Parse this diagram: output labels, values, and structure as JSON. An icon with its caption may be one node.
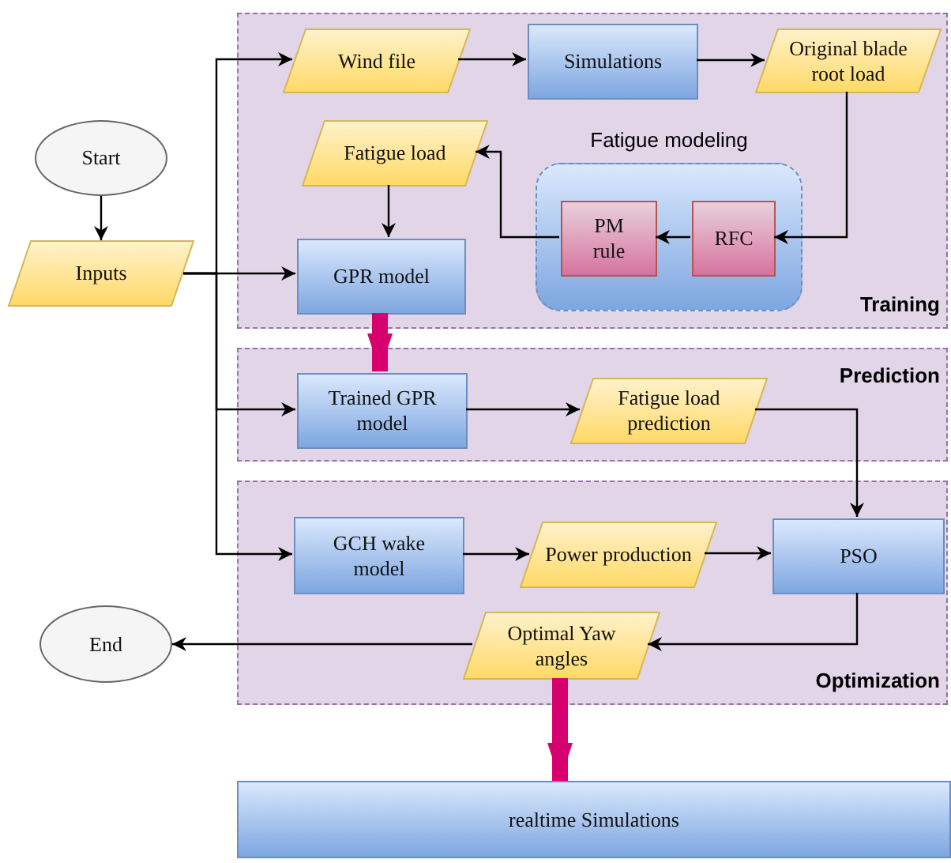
{
  "diagram": {
    "nodes": [
      {
        "text": [
          "Training"
        ]
      },
      {
        "text": [
          "Prediction"
        ]
      },
      {
        "text": [
          "Optimization"
        ]
      },
      {
        "text": [
          "Start"
        ]
      },
      {
        "text": [
          "Inputs"
        ]
      },
      {
        "text": [
          "Wind file"
        ],
        "in": 0
      },
      {
        "text": [
          "Simulations"
        ],
        "in": 0
      },
      {
        "text": [
          "Original blade root load"
        ],
        "in": 0
      },
      {
        "text": [
          "Fatigue load"
        ],
        "in": 0
      },
      {
        "text": [
          "Fatigue modeling"
        ],
        "in": 0
      },
      {
        "text": [
          "PM rule"
        ],
        "in": 9
      },
      {
        "text": [
          "RFC"
        ],
        "in": 9
      },
      {
        "text": [
          "GPR model"
        ],
        "in": 0
      },
      {
        "text": [
          "Trained GPR model"
        ],
        "in": 1
      },
      {
        "text": [
          "Fatigue load prediction"
        ],
        "in": 1
      },
      {
        "text": [
          "GCH wake model"
        ],
        "in": 2
      },
      {
        "text": [
          "Power production"
        ],
        "in": 2
      },
      {
        "text": [
          "PSO"
        ],
        "in": 2
      },
      {
        "text": [
          "Optimal Yaw angles"
        ],
        "in": 2
      },
      {
        "text": [
          "End"
        ]
      },
      {
        "text": [
          "realtime Simulations"
        ]
      }
    ],
    "edges": [
      {
        "from": 3,
        "to": 4,
        "arrow": "to"
      },
      {
        "from": 4,
        "to": 12,
        "arrow": "to"
      },
      {
        "from": 4,
        "to": 5,
        "arrow": "to"
      },
      {
        "from": 4,
        "to": 13,
        "arrow": "to"
      },
      {
        "from": 4,
        "to": 15,
        "arrow": "to"
      },
      {
        "from": 5,
        "to": 6,
        "arrow": "to"
      },
      {
        "from": 6,
        "to": 7,
        "arrow": "to"
      },
      {
        "from": 7,
        "to": 11,
        "arrow": "to"
      },
      {
        "from": 11,
        "to": 10,
        "arrow": "to"
      },
      {
        "from": 10,
        "to": 8,
        "arrow": "to"
      },
      {
        "from": 8,
        "to": 12,
        "arrow": "to"
      },
      {
        "from": 12,
        "to": 13,
        "arrow": "to",
        "style": "thick",
        "color": "#d6006f"
      },
      {
        "from": 13,
        "to": 14,
        "arrow": "to"
      },
      {
        "from": 14,
        "to": 17,
        "arrow": "to"
      },
      {
        "from": 15,
        "to": 16,
        "arrow": "to"
      },
      {
        "from": 16,
        "to": 17,
        "arrow": "to"
      },
      {
        "from": 17,
        "to": 18,
        "arrow": "to"
      },
      {
        "from": 18,
        "to": 19,
        "arrow": "to"
      },
      {
        "from": 18,
        "to": 20,
        "arrow": "to",
        "style": "thick",
        "color": "#d6006f"
      }
    ]
  }
}
